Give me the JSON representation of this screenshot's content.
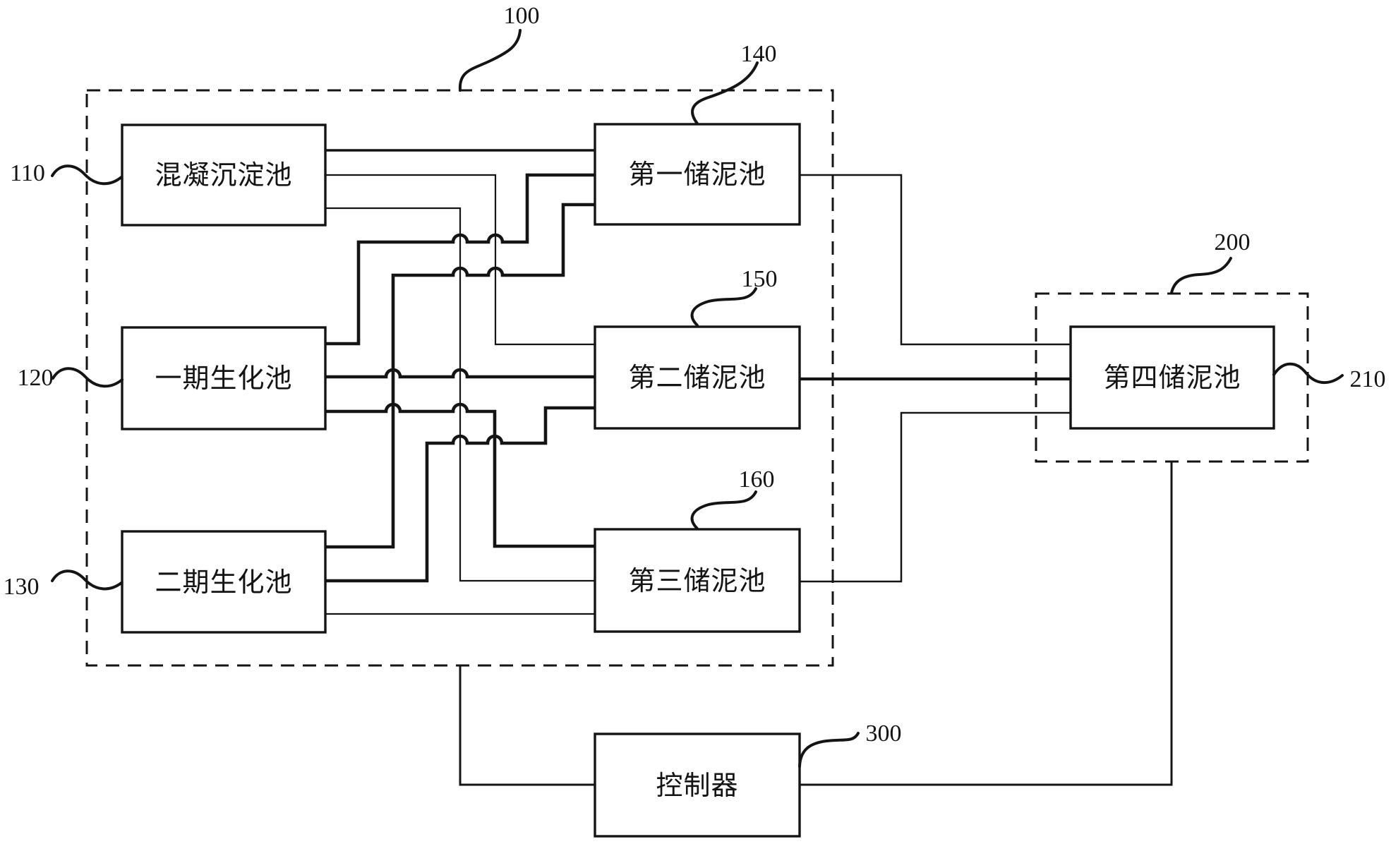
{
  "figure": {
    "background_color": "#ffffff",
    "line_color": "#141414",
    "boxes": {
      "coagulation": {
        "label": "混凝沉淀池",
        "ref": "110"
      },
      "phase1": {
        "label": "一期生化池",
        "ref": "120"
      },
      "phase2": {
        "label": "二期生化池",
        "ref": "130"
      },
      "sludge1": {
        "label": "第一储泥池",
        "ref": "140"
      },
      "sludge2": {
        "label": "第二储泥池",
        "ref": "150"
      },
      "sludge3": {
        "label": "第三储泥池",
        "ref": "160"
      },
      "sludge4": {
        "label": "第四储泥池",
        "ref": "210"
      },
      "controller": {
        "label": "控制器",
        "ref": "300"
      }
    },
    "containers": {
      "treatment_system": {
        "ref": "100"
      },
      "storage_section": {
        "ref": "200"
      }
    },
    "connections": [
      {
        "from": "110",
        "to": "140"
      },
      {
        "from": "110",
        "to": "150"
      },
      {
        "from": "110",
        "to": "160"
      },
      {
        "from": "120",
        "to": "140"
      },
      {
        "from": "120",
        "to": "150"
      },
      {
        "from": "120",
        "to": "160"
      },
      {
        "from": "130",
        "to": "140"
      },
      {
        "from": "130",
        "to": "150"
      },
      {
        "from": "130",
        "to": "160"
      },
      {
        "from": "140",
        "to": "210"
      },
      {
        "from": "150",
        "to": "210"
      },
      {
        "from": "160",
        "to": "210"
      },
      {
        "from": "100",
        "to": "300"
      },
      {
        "from": "300",
        "to": "200"
      }
    ]
  }
}
